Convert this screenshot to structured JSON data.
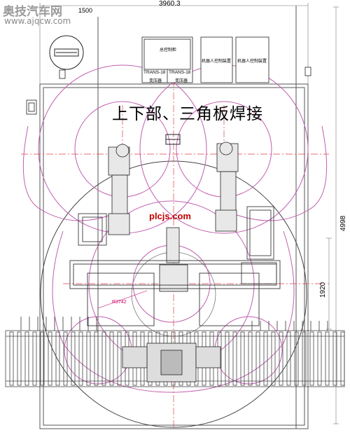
{
  "watermark": {
    "site_name": "奥技汽车网",
    "site_url": "www.ajqcw.com",
    "center_mark": "plcjs.com"
  },
  "drawing": {
    "title": "上下部、三角板焊接",
    "dim_width": "3960.3",
    "dim_height": "4998",
    "dim_track": "1920",
    "dim_top_small": "1500",
    "dim_radius": "R3742",
    "cabinets": {
      "controller_label": "总控制柜",
      "robot_cabinet_1": "机器人控制装置",
      "robot_cabinet_2": "机器人控制装置",
      "trans_1": "TRANS-18",
      "trans_2": "TRANS-18",
      "trans_sub_1": "变压器",
      "trans_sub_2": "变压器"
    }
  }
}
